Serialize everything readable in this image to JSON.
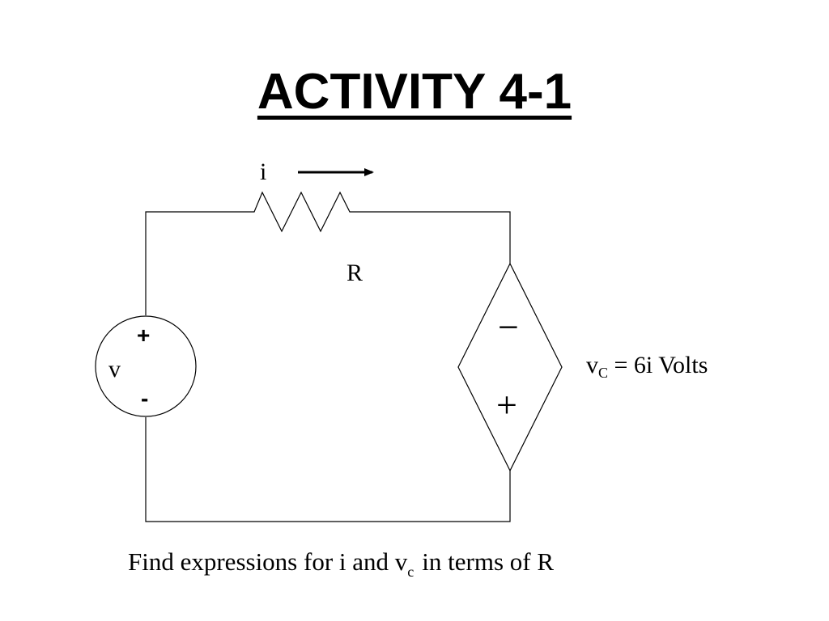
{
  "title": "ACTIVITY 4-1",
  "circuit": {
    "current_label": "i",
    "resistor_label": "R",
    "source_label": "v",
    "source_plus": "+",
    "source_minus": "-",
    "dependent_source": {
      "top_sign": "−",
      "bottom_sign": "+",
      "equation_var": "v",
      "equation_sub": "C",
      "equation_rhs": "= 6i Volts"
    }
  },
  "question": {
    "prefix": "Find expressions for i and v",
    "sub": "c",
    "suffix": "in terms of R"
  }
}
